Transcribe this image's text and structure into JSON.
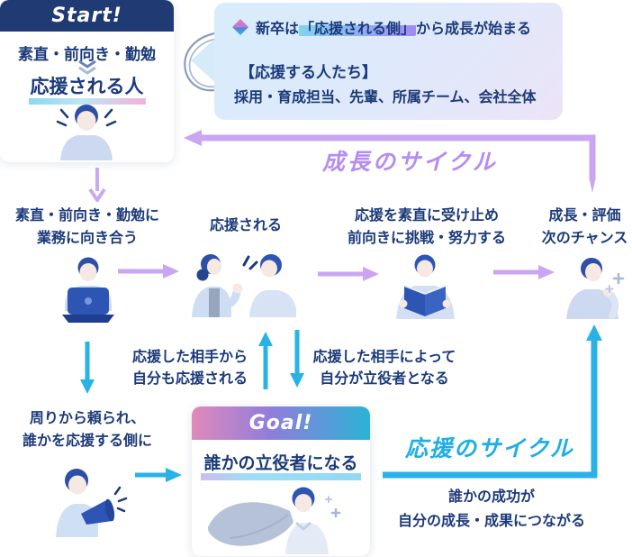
{
  "colors": {
    "navy_text": "#1b3a7a",
    "purple_arrow": "#c9a6f2",
    "growth_label_purple": "#b58cf2",
    "cyan_arrow": "#29b2e6",
    "support_label_cyan": "#1faee6",
    "start_header_bg": "#203a74",
    "goal_header_gradient": [
      "#e189bb",
      "#8e7edb",
      "#2bb3d6"
    ],
    "bubble_bg_gradient": [
      "#d7edfb",
      "#ece4f7"
    ]
  },
  "start_box": {
    "header": "Start!",
    "traits": "素直・前向き・勤勉",
    "result": "応援される人"
  },
  "info_bubble": {
    "line1_pre": "新卒は",
    "line1_highlight": "「応援される側」",
    "line1_post": "から成長が始まる",
    "heading": "【応援する人たち】",
    "supporters": "採用・育成担当、先輩、所属チーム、会社全体"
  },
  "cycles": {
    "growth": "成長のサイクル",
    "support": "応援のサイクル"
  },
  "steps": {
    "work": {
      "line1": "素直・前向き・勤勉に",
      "line2": "業務に向き合う"
    },
    "supported": {
      "line1": "応援される"
    },
    "accept": {
      "line1": "応援を素直に受け止め",
      "line2": "前向きに挑戦・努力する"
    },
    "growth": {
      "line1": "成長・評価",
      "line2": "次のチャンス"
    }
  },
  "annotations": {
    "mutual": {
      "line1": "応援した相手から",
      "line2": "自分も応援される"
    },
    "key_player": {
      "line1": "応援した相手によって",
      "line2": "自分が立役者となる"
    },
    "relied": {
      "line1": "周りから頼られ、",
      "line2": "誰かを応援する側に"
    },
    "success": {
      "line1": "誰かの成功が",
      "line2": "自分の成長・成果につながる"
    }
  },
  "goal_box": {
    "header": "Goal!",
    "title": "誰かの立役者になる"
  },
  "illustrations": {
    "start_person": "excited-person",
    "worker": "person-at-laptop",
    "cheering_pair": "two-people-cheering",
    "reader": "person-reading-book",
    "growing": "person-with-sparkles",
    "megaphone_person": "person-with-megaphone",
    "hero": "caped-hero"
  }
}
